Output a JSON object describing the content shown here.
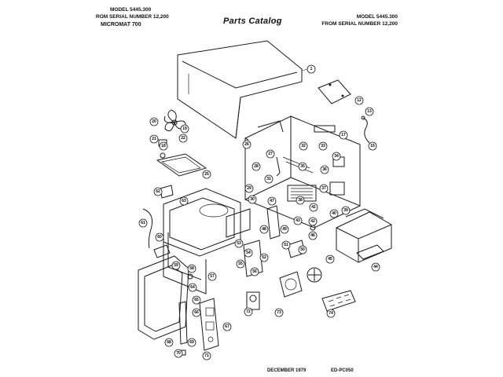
{
  "header": {
    "left_model": "MODEL 5445.300",
    "left_serial": "ROM SERIAL NUMBER 12,200",
    "product": "MICROMAT 700",
    "title": "Parts Catalog",
    "right_model": "MODEL 5445.300",
    "right_serial": "FROM SERIAL NUMBER 12,200"
  },
  "footer": {
    "date": "DECEMBER 1979",
    "code": "ED-PC050"
  },
  "callouts": [
    "1",
    "12",
    "13",
    "15",
    "17",
    "18",
    "19",
    "20",
    "21",
    "22",
    "25",
    "26",
    "27",
    "28",
    "29",
    "30",
    "31",
    "32",
    "33",
    "34",
    "35",
    "36",
    "37",
    "38",
    "39",
    "40",
    "41",
    "42",
    "43",
    "44",
    "45",
    "46",
    "47",
    "48",
    "49",
    "50",
    "51",
    "52",
    "53",
    "54",
    "55",
    "56",
    "57",
    "58",
    "59",
    "60",
    "61",
    "62",
    "63",
    "64",
    "65",
    "66",
    "67",
    "68",
    "69",
    "70",
    "71",
    "72",
    "73",
    "74"
  ],
  "icons": [
    "fan-icon",
    "power-cord-icon"
  ]
}
